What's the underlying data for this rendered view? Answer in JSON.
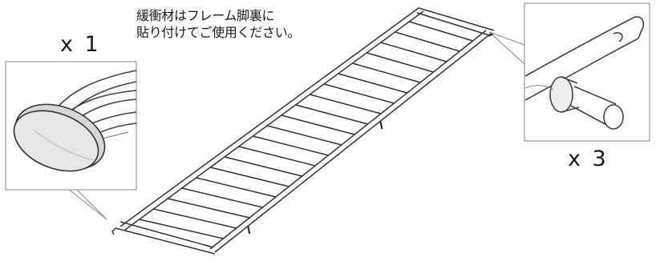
{
  "instruction": {
    "line1": "緩衝材はフレーム脚裏に",
    "line2": "貼り付けてご使用ください。"
  },
  "callouts": {
    "left_quantity": "x 1",
    "right_quantity": "x 3"
  },
  "colors": {
    "line": "#333333",
    "detail_line": "#555555",
    "callout_border": "#9a9a9a",
    "pad_fill": "#e6e6e6",
    "shade": "#cfcfcf"
  },
  "frame": {
    "rung_count": 20
  }
}
